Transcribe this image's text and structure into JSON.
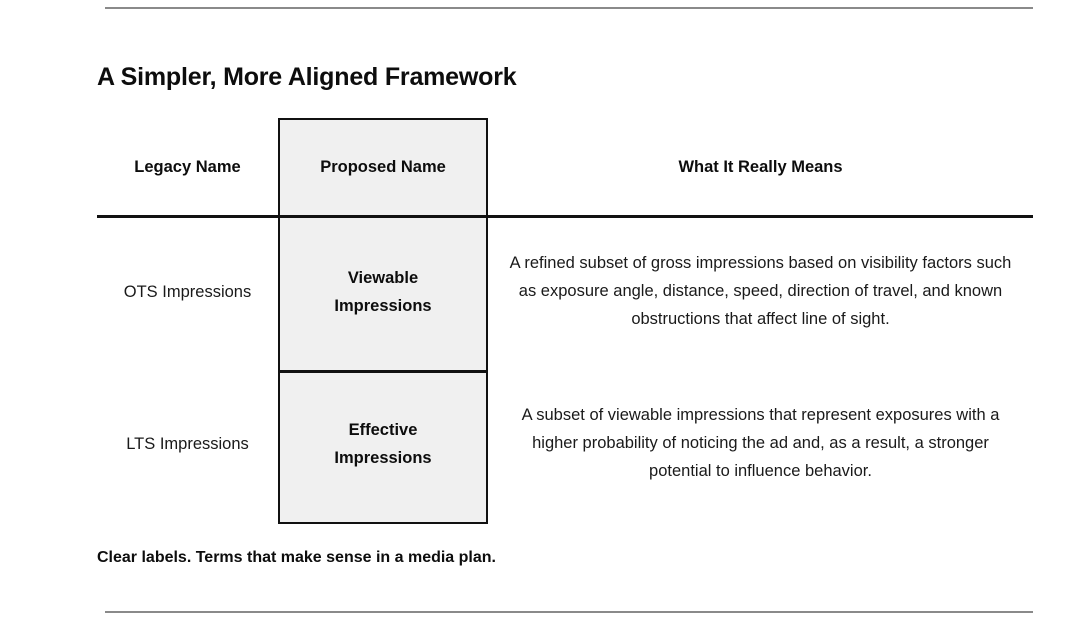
{
  "slide": {
    "title": "A Simpler, More Aligned Framework",
    "caption": "Clear labels. Terms that make sense in a media plan."
  },
  "table": {
    "headers": {
      "legacy": "Legacy Name",
      "proposed": "Proposed Name",
      "meaning": "What It Really Means"
    },
    "rows": [
      {
        "legacy": "OTS Impressions",
        "proposed_line1": "Viewable",
        "proposed_line2": "Impressions",
        "meaning": "A refined subset of gross impressions based on visibility factors such as exposure angle, distance, speed, direction of travel, and known obstructions that affect line of sight."
      },
      {
        "legacy": "LTS Impressions",
        "proposed_line1": "Effective",
        "proposed_line2": "Impressions",
        "meaning": "A subset of viewable impressions that represent exposures with a higher probability of noticing the ad and, as a result, a stronger potential to influence behavior."
      }
    ]
  },
  "style": {
    "highlight_fill": "#f0f0f0",
    "highlight_border": "#111111",
    "rule_color": "#8a8a8a",
    "header_rule_color": "#111111",
    "text_color": "#1a1a1a"
  }
}
